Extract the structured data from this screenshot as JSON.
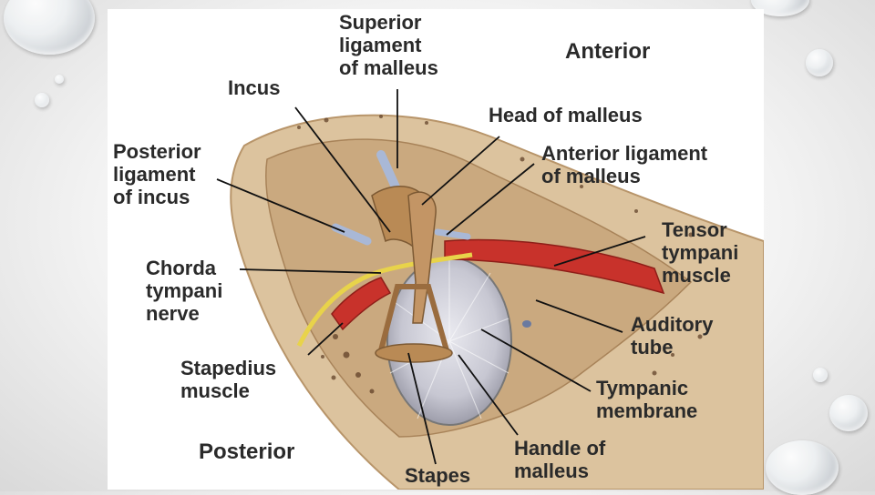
{
  "labels": {
    "superior_ligament_malleus": "Superior\nligament\nof malleus",
    "anterior": "Anterior",
    "incus": "Incus",
    "head_of_malleus": "Head of malleus",
    "posterior_ligament_incus": "Posterior\nligament\nof incus",
    "anterior_ligament_malleus": "Anterior ligament\nof malleus",
    "chorda_tympani_nerve": "Chorda\ntympani\nnerve",
    "tensor_tympani_muscle": "Tensor\ntympani\nmuscle",
    "auditory_tube": "Auditory\ntube",
    "stapedius_muscle": "Stapedius\nmuscle",
    "tympanic_membrane": "Tympanic\nmembrane",
    "posterior": "Posterior",
    "handle_of_malleus": "Handle of\nmalleus",
    "stapes": "Stapes"
  },
  "colors": {
    "bone": "#d9bf9a",
    "bone_dark": "#b8956a",
    "ossicle": "#b98a55",
    "ligament": "#a9b8d6",
    "muscle": "#c8322b",
    "nerve": "#e8d34a",
    "membrane": "#cfcfd8",
    "leader_line": "#111111",
    "label_text": "#2a2a2a"
  }
}
